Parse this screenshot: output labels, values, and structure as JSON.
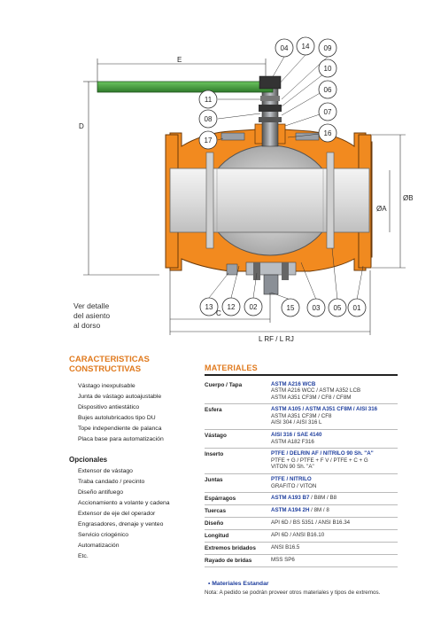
{
  "diagram": {
    "callouts_top": [
      "04",
      "14",
      "09"
    ],
    "callouts_right": [
      "10",
      "06",
      "07",
      "16"
    ],
    "callouts_left": [
      "11",
      "08",
      "17"
    ],
    "callouts_bottom": [
      "13",
      "12",
      "02",
      "15",
      "03",
      "05",
      "01"
    ],
    "dimensions": {
      "e": "E",
      "d": "D",
      "oa": "ØA",
      "ob": "ØB",
      "c": "C",
      "l": "L RF / L RJ"
    },
    "colors": {
      "body": "#f28a1f",
      "handle": "#3f9a3a",
      "bore": "#e2e2e2",
      "ball": "#c8c8c8",
      "metal": "#8a8f96"
    }
  },
  "detail_note": "Ver detalle\ndel asiento\nal dorso",
  "features": {
    "title": "CARACTERISTICAS\nCONSTRUCTIVAS",
    "items": [
      "Vástago inexpulsable",
      "Junta de vástago autoajustable",
      "Dispositivo antiestático",
      "Bujes autolubricados tipo DU",
      "Tope independiente de palanca",
      "Placa base para automatización"
    ]
  },
  "options": {
    "title": "Opcionales",
    "items": [
      "Extensor de vástago",
      "Traba candado / precinto",
      "Diseño antifuego",
      "Accionamiento a volante y cadena",
      "Extensor de eje del operador",
      "Engrasadores, drenaje y venteo",
      "Servicio criogénico",
      "Automatización",
      "Etc."
    ]
  },
  "materials": {
    "title": "MATERIALES",
    "rows": [
      {
        "label": "Cuerpo / Tapa",
        "highlight": "ASTM A216 WCB",
        "plain": [
          "ASTM A216 WCC / ASTM A352 LCB",
          "ASTM A351 CF3M / CF8 / CF8M"
        ]
      },
      {
        "label": "Esfera",
        "highlight": "ASTM A105 / ASTM A351 CF8M / AISI 316",
        "plain": [
          "ASTM A351 CF3M / CF8",
          "AISI 304 / AISI 316 L"
        ]
      },
      {
        "label": "Vástago",
        "highlight": "AISI 316 / SAE 4140",
        "plain": [
          "ASTM A182 F316"
        ]
      },
      {
        "label": "Inserto",
        "highlight": "PTFE / DELRIN AF / NITRILO 90 Sh. \"A\"",
        "plain": [
          "PTFE + G / PTFE + F V / PTFE + C + G",
          "VITON 90 Sh. \"A\""
        ]
      },
      {
        "label": "Juntas",
        "highlight": "PTFE / NITRILO",
        "plain": [
          "GRAFITO / VITON"
        ]
      },
      {
        "label": "Espárragos",
        "highlight": "ASTM A193 B7",
        "plain": [
          " / B8M / B8"
        ]
      },
      {
        "label": "Tuercas",
        "highlight": "ASTM A194 2H",
        "plain": [
          " / 8M / 8"
        ]
      },
      {
        "label": "Diseño",
        "highlight": "",
        "plain": [
          "API 6D / BS 5351 / ANSI B16.34"
        ]
      },
      {
        "label": "Longitud",
        "highlight": "",
        "plain": [
          "API 6D / ANSI B16.10"
        ]
      },
      {
        "label": "Extremos bridados",
        "highlight": "",
        "plain": [
          "ANSI B16.5"
        ]
      },
      {
        "label": "Rayado de bridas",
        "highlight": "",
        "plain": [
          "MSS SP6"
        ]
      }
    ]
  },
  "legend": {
    "standard": "• Materiales Estandar",
    "note": "Nota: A pedido se podrán proveer otros materiales y tipos de extremos."
  }
}
